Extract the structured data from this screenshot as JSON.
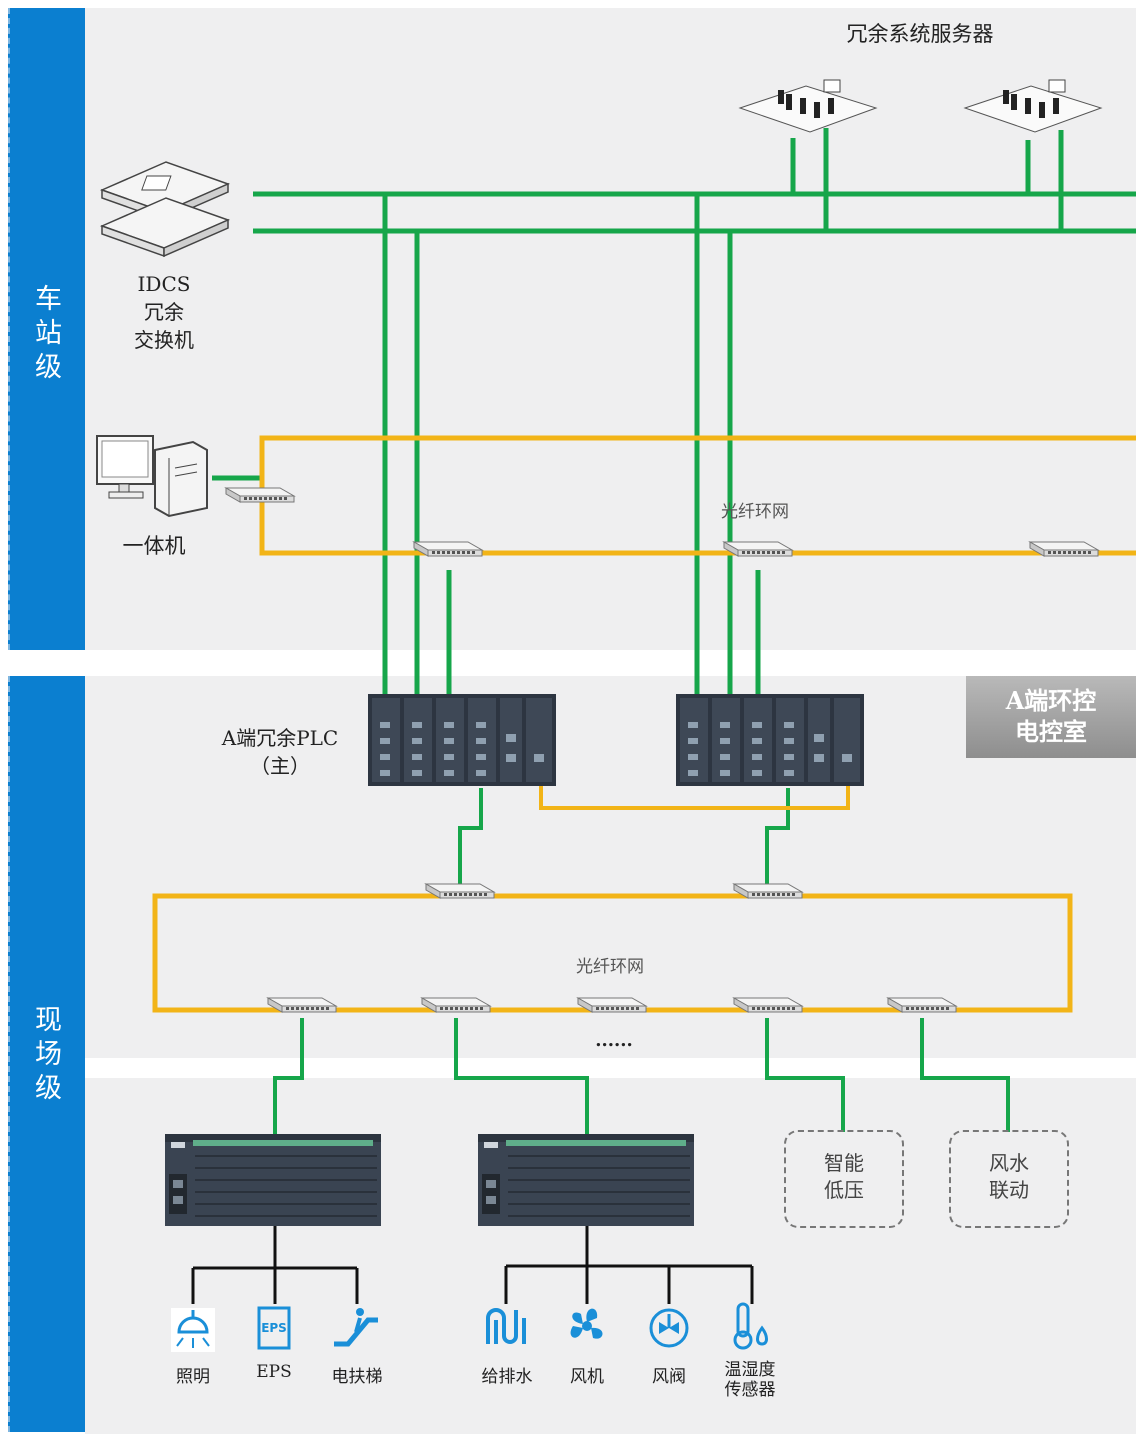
{
  "station_level": {
    "label": "车\n站\n级"
  },
  "field_level": {
    "label": "现\n场\n级"
  },
  "servers": {
    "title": "冗余系统服务器"
  },
  "switch": {
    "label": "IDCS\n冗余\n交换机"
  },
  "workstation": {
    "label": "一体机"
  },
  "ring_top": {
    "label": "光纤环网"
  },
  "ring_bottom": {
    "label": "光纤环网"
  },
  "plc": {
    "label": "A端冗余PLC\n（主）"
  },
  "room": {
    "label": "A端环控\n电控室"
  },
  "ellipsis": "......",
  "boxes": {
    "low_voltage": "智能\n低压",
    "wind_water": "风水\n联动"
  },
  "devices": [
    {
      "label": "照明",
      "icon": "lighting-icon"
    },
    {
      "label": "EPS",
      "icon": "eps-icon"
    },
    {
      "label": "电扶梯",
      "icon": "escalator-icon"
    },
    {
      "label": "给排水",
      "icon": "water-icon"
    },
    {
      "label": "风机",
      "icon": "fan-icon"
    },
    {
      "label": "风阀",
      "icon": "valve-icon"
    },
    {
      "label": "温湿度\n传感器",
      "icon": "sensor-icon"
    }
  ],
  "colors": {
    "ethernet": "#16a64a",
    "fiber": "#f2b417",
    "accent": "#0b7fd0"
  }
}
